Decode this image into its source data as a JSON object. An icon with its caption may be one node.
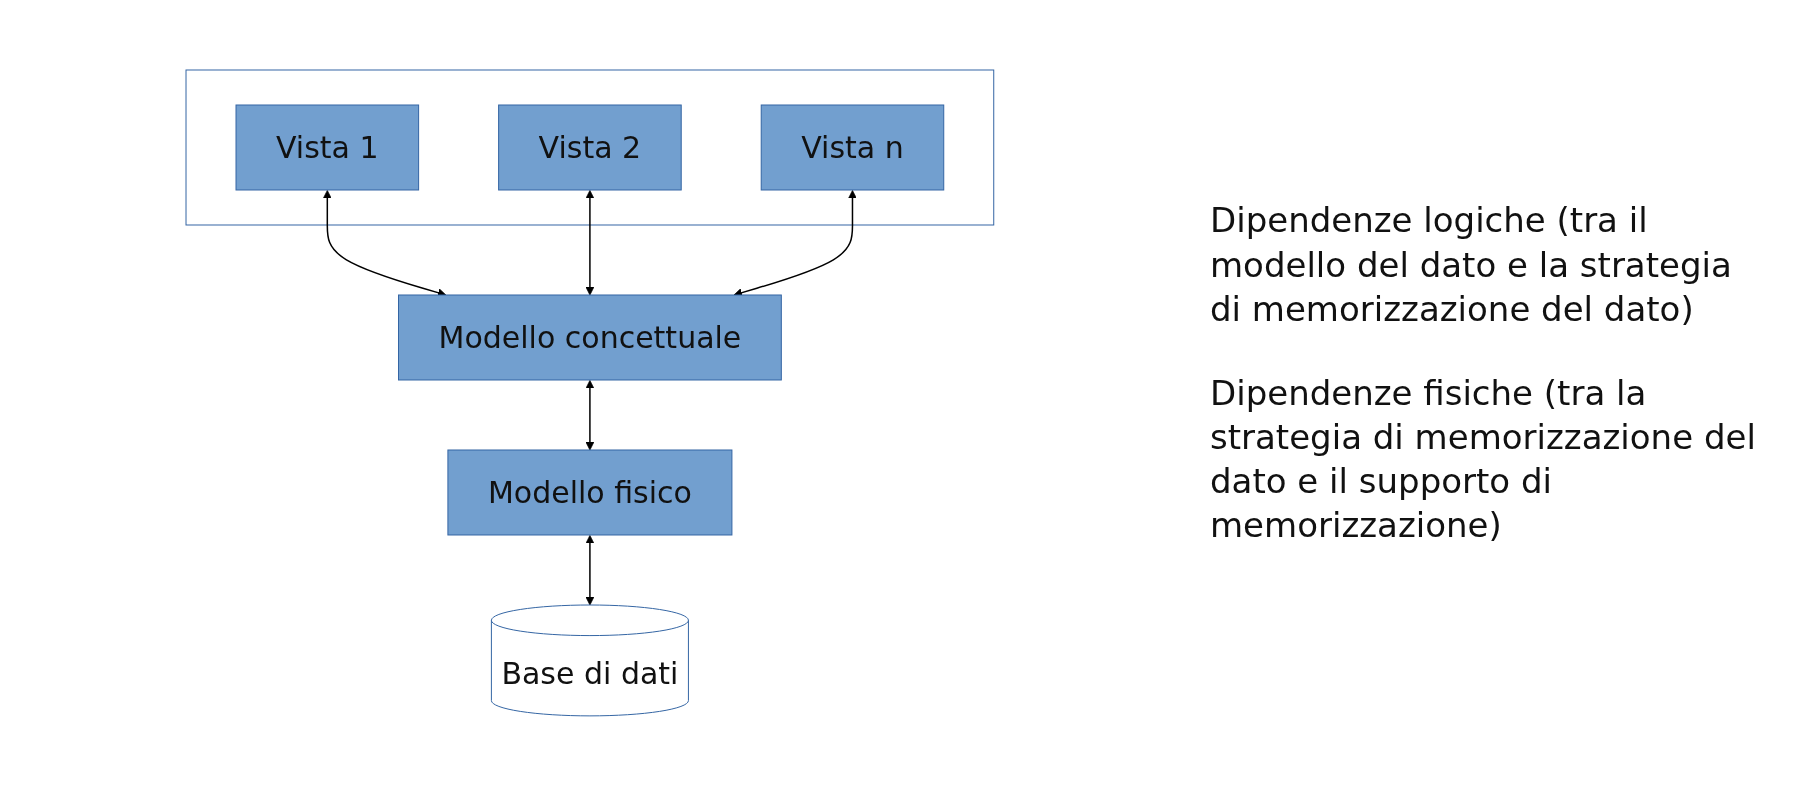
{
  "diagram": {
    "nodes": [
      {
        "text": [],
        "shape": "box"
      },
      {
        "text": [
          "Vista 1"
        ],
        "in": 0
      },
      {
        "text": [
          "Vista 2"
        ],
        "in": 0
      },
      {
        "text": [
          "Vista n"
        ],
        "in": 0
      },
      {
        "text": [
          "Modello concettuale"
        ]
      },
      {
        "text": [
          "Modello fisico"
        ]
      },
      {
        "text": [
          "Base di dati"
        ]
      }
    ],
    "edges": [
      {
        "from": 1,
        "to": 4,
        "arrow": "both"
      },
      {
        "from": 2,
        "to": 4,
        "arrow": "both"
      },
      {
        "from": 3,
        "to": 4,
        "arrow": "both"
      },
      {
        "from": 4,
        "to": 5,
        "arrow": "both"
      },
      {
        "from": 5,
        "to": 6,
        "arrow": "both"
      }
    ],
    "labels": [
      "Dipendenze logiche (tra il modello del dato e la strategia di memorizzazione del dato)",
      "Dipendenze fisiche (tra la strategia di memorizzazione del dato e il supporto di memorizzazione)"
    ]
  }
}
